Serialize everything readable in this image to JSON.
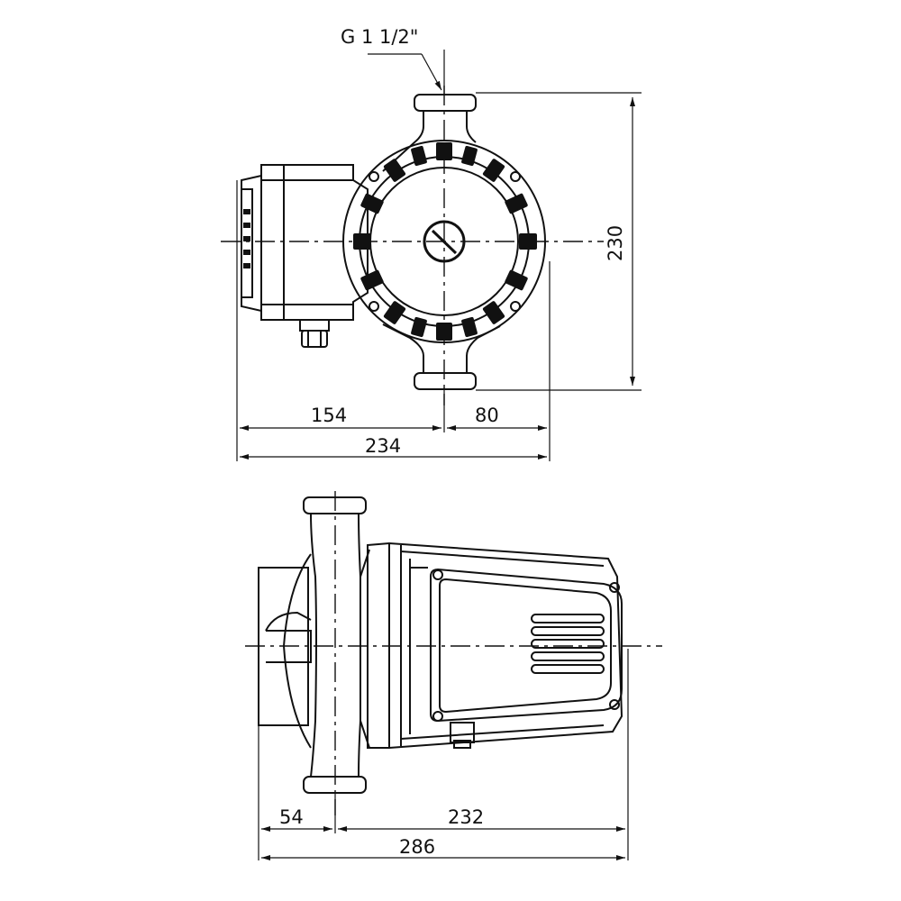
{
  "dimensions": {
    "thread": "G 1 1/2\"",
    "height_top": "230",
    "left_top": "154",
    "right_top": "80",
    "total_top": "234",
    "left_bottom": "54",
    "right_bottom": "232",
    "total_bottom": "286"
  },
  "colors": {
    "line": "#111111",
    "background": "#ffffff"
  }
}
